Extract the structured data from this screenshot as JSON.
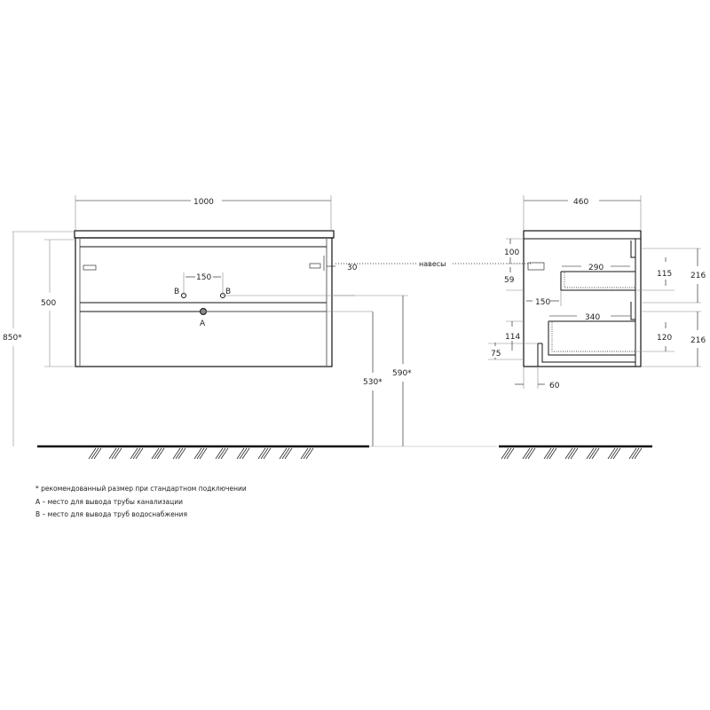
{
  "front_view": {
    "width_dim": "1000",
    "height_500": "500",
    "height_850": "850*",
    "pipe_spacing": "150",
    "hanger_offset": "30",
    "pipe_b_left": "B",
    "pipe_b_right": "B",
    "pipe_a": "A",
    "height_530": "530*",
    "height_590": "590*"
  },
  "hangers_label": "навесы",
  "side_view": {
    "depth_dim": "460",
    "d_100": "100",
    "d_59": "59",
    "d_150": "150",
    "d_290": "290",
    "d_340": "340",
    "d_115": "115",
    "d_120": "120",
    "d_216_top": "216",
    "d_216_bottom": "216",
    "d_114": "114",
    "d_75": "75",
    "d_60": "60"
  },
  "notes": [
    "* рекомендованный размер при стандартном подключении",
    "А – место для вывода трубы канализации",
    "В – место для вывода труб водоснабжения"
  ]
}
